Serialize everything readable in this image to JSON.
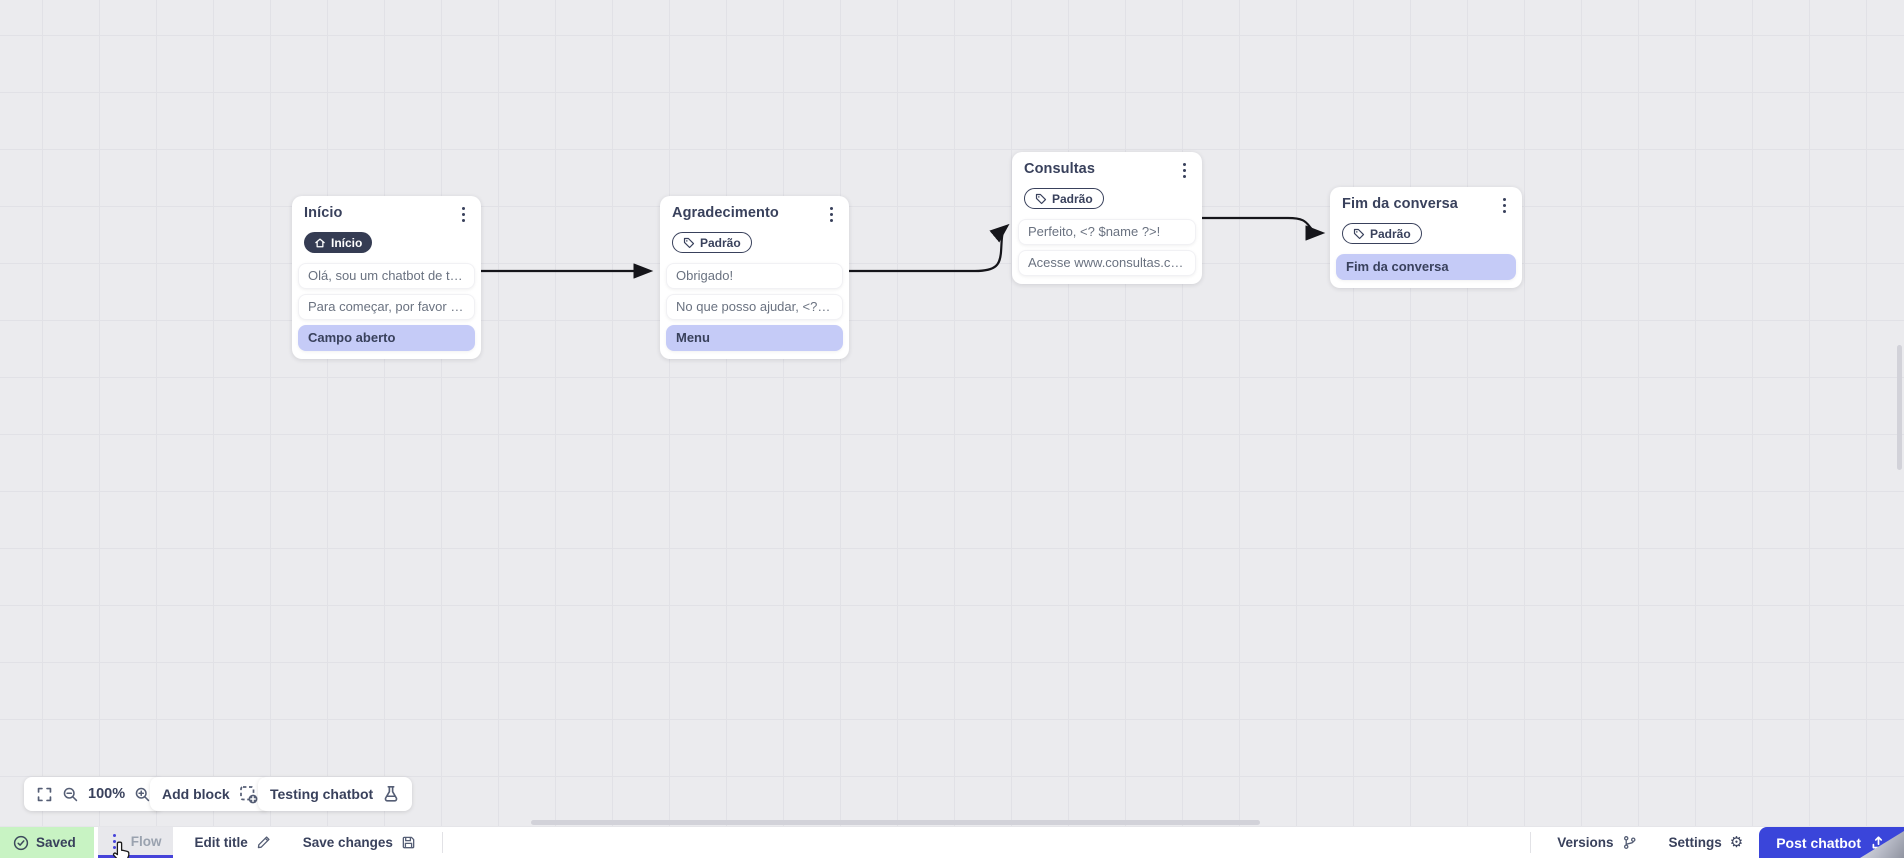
{
  "canvas": {
    "nodes": [
      {
        "title": "Início",
        "badge": {
          "label": "Início",
          "style": "dark",
          "icon": "home"
        },
        "messages": [
          "Olá, sou um chatbot de teste!",
          "Para começar, por favor digite o ...",
          "Campo aberto"
        ]
      },
      {
        "title": "Agradecimento",
        "badge": {
          "label": "Padrão",
          "style": "outline",
          "icon": "tag"
        },
        "messages": [
          "Obrigado!",
          "No que posso ajudar, <? $name ...",
          "Menu"
        ]
      },
      {
        "title": "Consultas",
        "badge": {
          "label": "Padrão",
          "style": "outline",
          "icon": "tag"
        },
        "messages": [
          "Perfeito, <? $name ?>!",
          "Acesse www.consultas.com par..."
        ]
      },
      {
        "title": "Fim da conversa",
        "badge": {
          "label": "Padrão",
          "style": "outline",
          "icon": "tag"
        },
        "messages": [
          "Fim da conversa"
        ]
      }
    ]
  },
  "toolbar": {
    "zoom_level": "100%",
    "add_block_label": "Add block",
    "testing_chatbot_label": "Testing chatbot"
  },
  "statusbar": {
    "saved_label": "Saved",
    "flow_tab_label": "Flow",
    "edit_title_label": "Edit title",
    "save_changes_label": "Save changes",
    "versions_label": "Versions",
    "settings_label": "Settings",
    "post_chatbot_label": "Post chatbot",
    "settings_icon_glyph": "⚙"
  },
  "colors": {
    "accent_blue": "#3a45da",
    "tab_indicator_blue": "#4643d9",
    "lavender_action": "#c5cbf7",
    "saved_green": "#c8f3c3",
    "dark_navy": "#39415c",
    "canvas_grey": "#ebebee"
  }
}
